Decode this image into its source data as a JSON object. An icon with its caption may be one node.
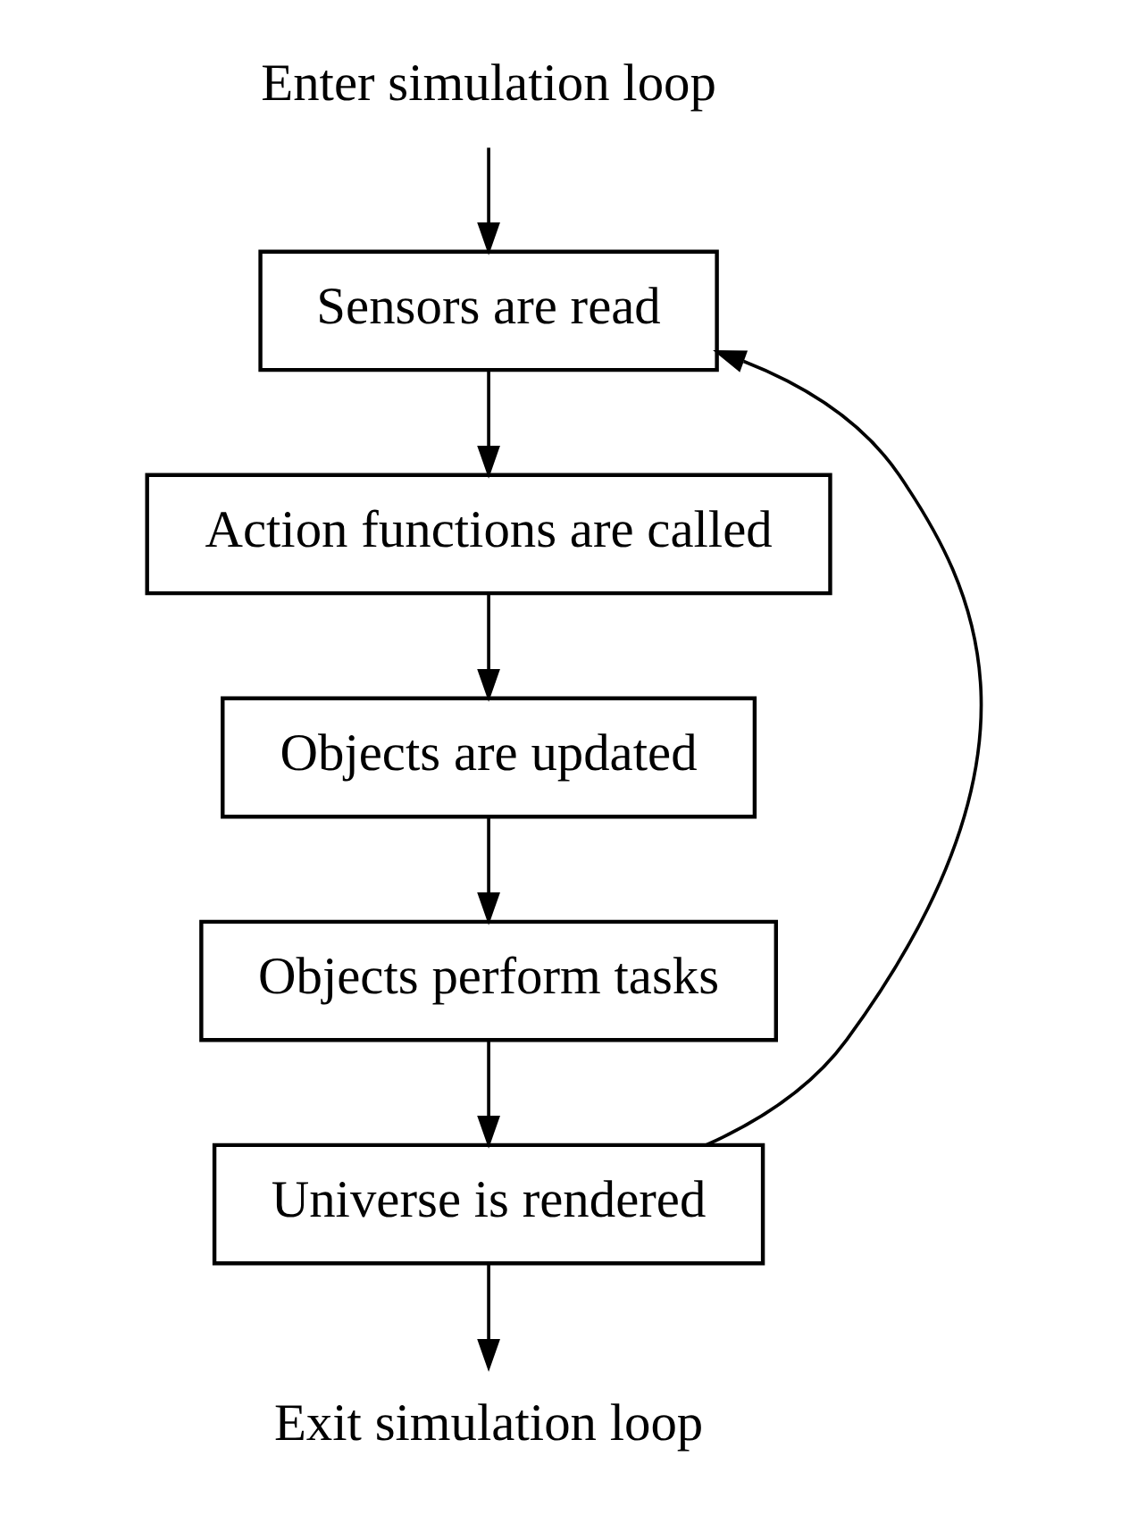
{
  "diagram": {
    "nodes": [
      {
        "text": [
          "Enter simulation loop"
        ]
      },
      {
        "text": [
          "Sensors are read"
        ]
      },
      {
        "text": [
          "Action functions are called"
        ]
      },
      {
        "text": [
          "Objects are updated"
        ]
      },
      {
        "text": [
          "Objects perform tasks"
        ]
      },
      {
        "text": [
          "Universe is rendered"
        ]
      },
      {
        "text": [
          "Exit simulation loop"
        ]
      }
    ],
    "edges": [
      {
        "from": 0,
        "to": 1,
        "arrow": "to"
      },
      {
        "from": 1,
        "to": 2,
        "arrow": "to"
      },
      {
        "from": 2,
        "to": 3,
        "arrow": "to"
      },
      {
        "from": 3,
        "to": 4,
        "arrow": "to"
      },
      {
        "from": 4,
        "to": 5,
        "arrow": "to"
      },
      {
        "from": 5,
        "to": 6,
        "arrow": "to"
      },
      {
        "from": 5,
        "to": 1,
        "arrow": "to"
      }
    ]
  }
}
